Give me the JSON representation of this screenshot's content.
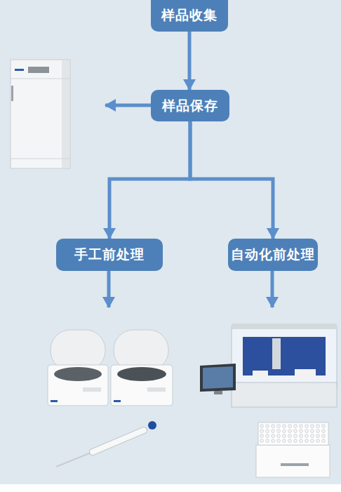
{
  "diagram": {
    "nodes": [
      {
        "text": [
          "样品收集"
        ]
      },
      {
        "text": [
          "样品保存"
        ]
      },
      {
        "text": [
          "手工前处理"
        ]
      },
      {
        "text": [
          "自动化前处理"
        ]
      }
    ],
    "edges": [
      {
        "from": 0,
        "to": 1,
        "arrow": "to"
      },
      {
        "from": 1,
        "to": 2,
        "arrow": "to"
      },
      {
        "from": 1,
        "to": 3,
        "arrow": "to"
      }
    ]
  }
}
